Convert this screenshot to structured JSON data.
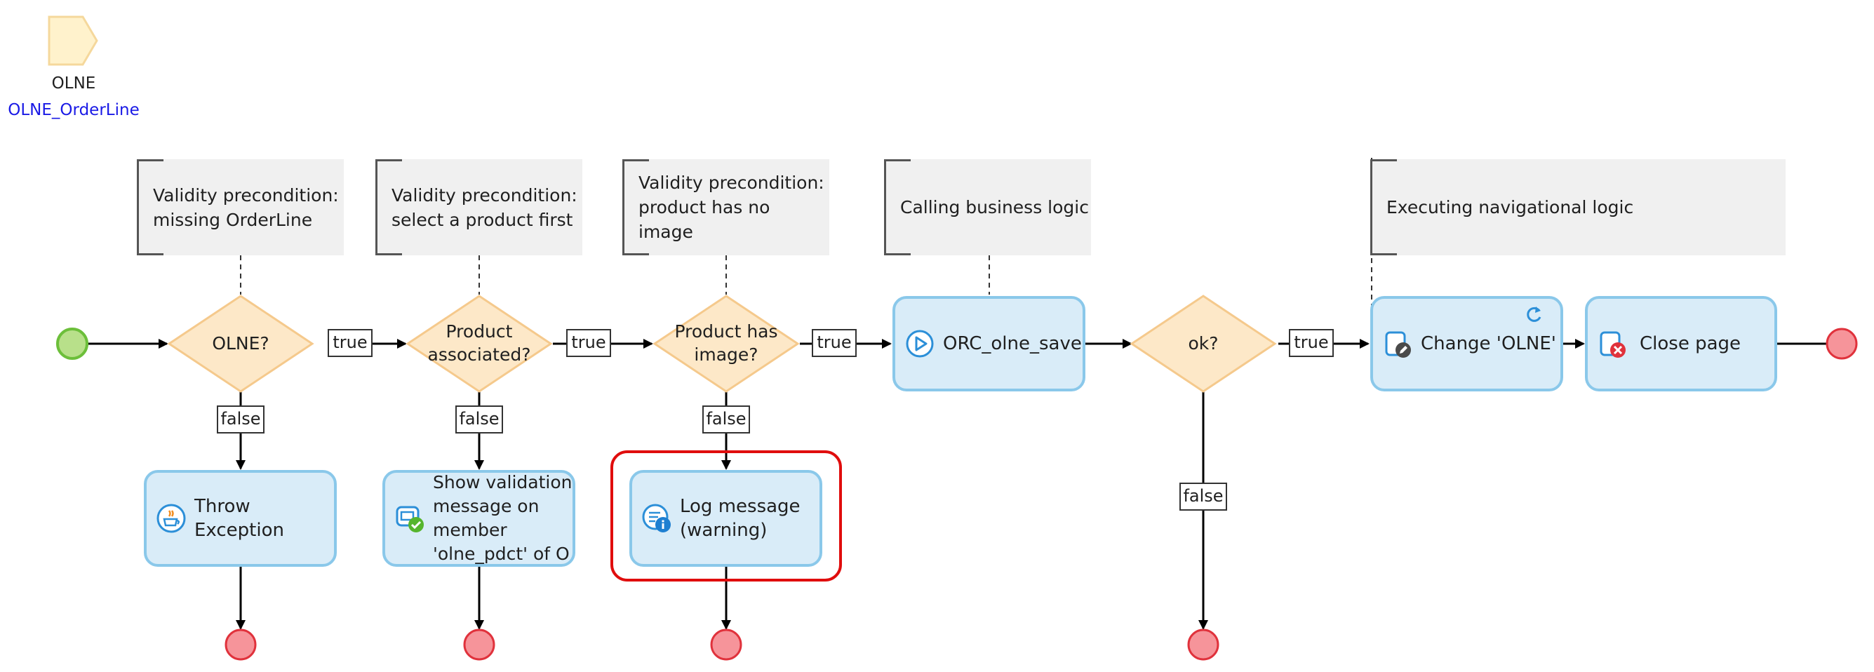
{
  "parameter": {
    "name": "OLNE",
    "type": "OLNE_OrderLine"
  },
  "annotations": {
    "missing_orderline": "Validity precondition:\nmissing OrderLine",
    "select_product": "Validity precondition:\nselect a product first",
    "no_image": "Validity precondition:\nproduct has no image",
    "business_logic": "Calling business logic",
    "navigational_logic": "Executing navigational logic"
  },
  "decisions": {
    "olne": "OLNE?",
    "product_associated": "Product\nassociated?",
    "product_has_image": "Product has\nimage?",
    "ok": "ok?"
  },
  "activities": {
    "throw_exception": "Throw Exception",
    "show_validation": "Show validation\nmessage on\nmember\n'olne_pdct' of O",
    "log_message": "Log message\n(warning)",
    "orc_save": "ORC_olne_save",
    "change_olne": "Change 'OLNE'",
    "close_page": "Close page"
  },
  "flow_labels": {
    "true_1": "true",
    "true_2": "true",
    "true_3": "true",
    "true_4": "true",
    "false_1": "false",
    "false_2": "false",
    "false_3": "false",
    "false_4": "false"
  },
  "icons": {
    "parameter": "parameter-icon",
    "start": "start-event-icon",
    "end": "end-event-icon",
    "throw_exception": "java-action-icon",
    "show_validation": "validation-feedback-icon",
    "log_message": "log-message-icon",
    "orc_save": "call-microflow-icon",
    "change_olne": "change-object-icon",
    "close_page": "close-page-icon",
    "refresh": "refresh-icon"
  },
  "colors": {
    "decision_fill": "#fde8c8",
    "decision_stroke": "#f5c98c",
    "activity_fill": "#d9ecf8",
    "activity_stroke": "#8ac8ea",
    "start_fill": "#b8e08a",
    "start_stroke": "#6cbf3a",
    "end_fill": "#f6949a",
    "end_stroke": "#e0323c",
    "highlight": "#e00d0d"
  }
}
